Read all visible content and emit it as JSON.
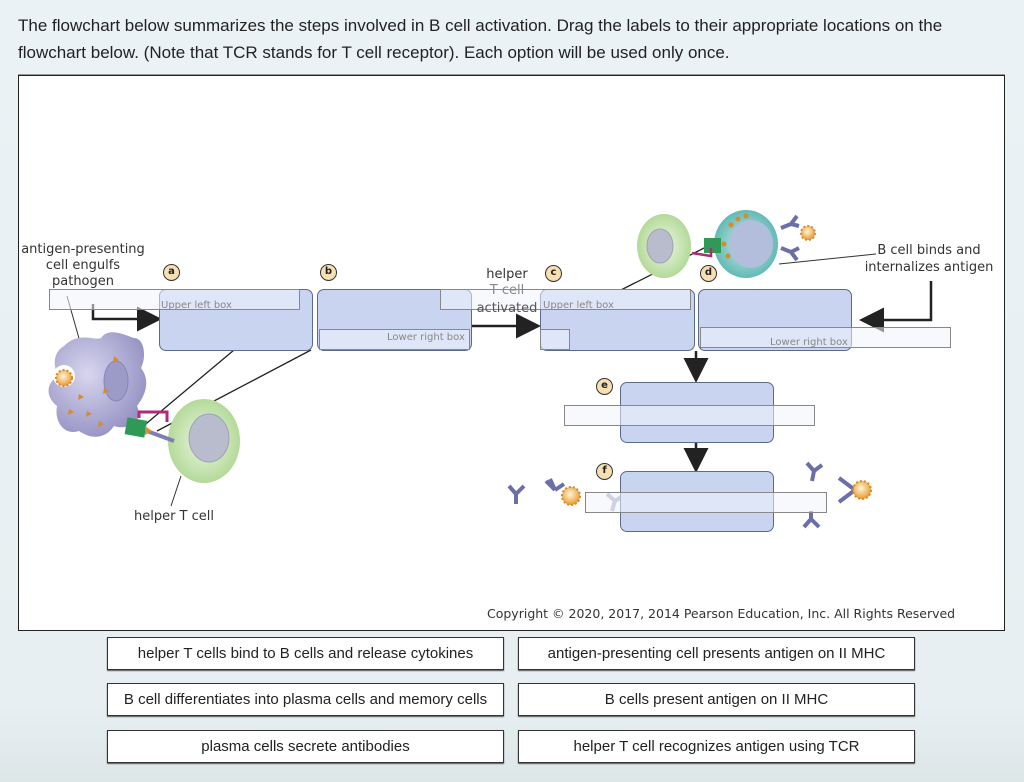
{
  "instructions": "The flowchart below summarizes the steps involved in B cell activation. Drag the labels to their appropriate locations on the flowchart below. (Note that TCR stands for T cell receptor). Each option will be used only once.",
  "figure": {
    "labels": {
      "apc_engulfs": "antigen-presenting cell engulfs pathogen",
      "helper_t_activated_1": "helper",
      "helper_t_activated_2": "T cell",
      "helper_t_activated_3": "activated",
      "b_cell_binds_1": "B cell binds and",
      "b_cell_binds_2": "internalizes antigen",
      "helper_t_cell": "helper T cell"
    },
    "steps": [
      {
        "badge": "a",
        "hint": "Upper left box"
      },
      {
        "badge": "b",
        "hint": "Lower right box"
      },
      {
        "badge": "c",
        "hint": "Upper left box"
      },
      {
        "badge": "d",
        "hint": "Lower right box"
      },
      {
        "badge": "e",
        "hint": ""
      },
      {
        "badge": "f",
        "hint": ""
      }
    ],
    "copyright": "Copyright © 2020, 2017, 2014 Pearson Education, Inc. All Rights Reserved"
  },
  "options": [
    "helper T cells bind to B cells and release cytokines",
    "antigen-presenting cell presents antigen on II MHC",
    "B cell differentiates into plasma cells and memory cells",
    "B cells present antigen on II MHC",
    "plasma cells secrete antibodies",
    "helper T cell recognizes antigen using TCR"
  ],
  "colors": {
    "flow_box": "#c9d4f1",
    "badge": "#f6dfb0",
    "helper_t": "#c8e3b0",
    "b_cell": "#8fcbc6",
    "apc": "#a9a6d0",
    "antibody": "#6c6ea8",
    "pathogen": "#f0b355"
  }
}
